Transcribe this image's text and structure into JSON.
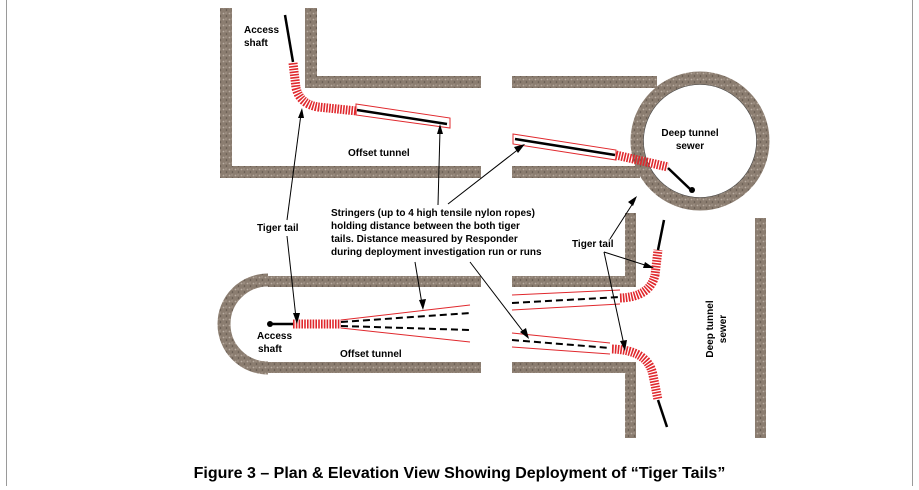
{
  "labels": {
    "access_shaft_top_line1": "Access",
    "access_shaft_top_line2": "shaft",
    "offset_tunnel_top": "Offset tunnel",
    "deep_tunnel_sewer_top_line1": "Deep tunnel",
    "deep_tunnel_sewer_top_line2": "sewer",
    "tiger_tail_left": "Tiger tail",
    "tiger_tail_right": "Tiger tail",
    "stringers_line1": "Stringers (up to 4 high tensile nylon ropes)",
    "stringers_line2": "holding distance between the both tiger",
    "stringers_line3": "tails. Distance measured by Responder",
    "stringers_line4": "during deployment investigation run or runs",
    "access_shaft_bottom_line1": "Access",
    "access_shaft_bottom_line2": "shaft",
    "offset_tunnel_bottom": "Offset tunnel",
    "deep_tunnel_sewer_side_line1": "Deep tunnel",
    "deep_tunnel_sewer_side_line2": "sewer"
  },
  "caption": "Figure 3 – Plan & Elevation View Showing Deployment of “Tiger Tails”",
  "colors": {
    "concrete": "#8b7d70",
    "tiger_red": "#e0282d",
    "line": "#000000"
  }
}
